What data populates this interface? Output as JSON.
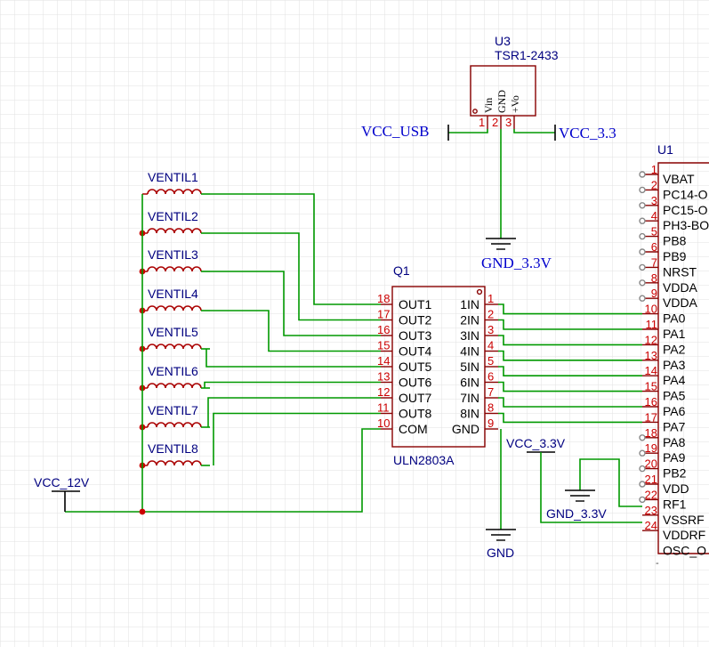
{
  "u3": {
    "ref": "U3",
    "value": "TSR1-2433",
    "pins": [
      {
        "num": "1",
        "name": "Vin"
      },
      {
        "num": "2",
        "name": "GND"
      },
      {
        "num": "3",
        "name": "+Vo"
      }
    ]
  },
  "q1": {
    "ref": "Q1",
    "value": "ULN2803A",
    "left": [
      {
        "num": "18",
        "name": "OUT1"
      },
      {
        "num": "17",
        "name": "OUT2"
      },
      {
        "num": "16",
        "name": "OUT3"
      },
      {
        "num": "15",
        "name": "OUT4"
      },
      {
        "num": "14",
        "name": "OUT5"
      },
      {
        "num": "13",
        "name": "OUT6"
      },
      {
        "num": "12",
        "name": "OUT7"
      },
      {
        "num": "11",
        "name": "OUT8"
      },
      {
        "num": "10",
        "name": "COM"
      }
    ],
    "right": [
      {
        "num": "1",
        "name": "1IN"
      },
      {
        "num": "2",
        "name": "2IN"
      },
      {
        "num": "3",
        "name": "3IN"
      },
      {
        "num": "4",
        "name": "4IN"
      },
      {
        "num": "5",
        "name": "5IN"
      },
      {
        "num": "6",
        "name": "6IN"
      },
      {
        "num": "7",
        "name": "7IN"
      },
      {
        "num": "8",
        "name": "8IN"
      },
      {
        "num": "9",
        "name": "GND"
      }
    ]
  },
  "u1": {
    "ref": "U1",
    "pins": [
      {
        "num": "1",
        "name": "VBAT"
      },
      {
        "num": "2",
        "name": "PC14-O"
      },
      {
        "num": "3",
        "name": "PC15-O"
      },
      {
        "num": "4",
        "name": "PH3-BO"
      },
      {
        "num": "5",
        "name": "PB8"
      },
      {
        "num": "6",
        "name": "PB9"
      },
      {
        "num": "7",
        "name": "NRST"
      },
      {
        "num": "8",
        "name": "VDDA"
      },
      {
        "num": "9",
        "name": "VDDA"
      },
      {
        "num": "10",
        "name": "PA0"
      },
      {
        "num": "11",
        "name": "PA1"
      },
      {
        "num": "12",
        "name": "PA2"
      },
      {
        "num": "13",
        "name": "PA3"
      },
      {
        "num": "14",
        "name": "PA4"
      },
      {
        "num": "15",
        "name": "PA5"
      },
      {
        "num": "16",
        "name": "PA6"
      },
      {
        "num": "17",
        "name": "PA7"
      },
      {
        "num": "18",
        "name": "PA8"
      },
      {
        "num": "19",
        "name": "PA9"
      },
      {
        "num": "20",
        "name": "PB2"
      },
      {
        "num": "21",
        "name": "VDD"
      },
      {
        "num": "22",
        "name": "RF1"
      },
      {
        "num": "23",
        "name": "VSSRF"
      },
      {
        "num": "24",
        "name": "VDDRF"
      },
      {
        "num": "",
        "name": "OSC_O"
      }
    ]
  },
  "ventils": [
    "VENTIL1",
    "VENTIL2",
    "VENTIL3",
    "VENTIL4",
    "VENTIL5",
    "VENTIL6",
    "VENTIL7",
    "VENTIL8"
  ],
  "nets": {
    "vcc_usb": "VCC_USB",
    "vcc_3v3": "VCC_3.3",
    "gnd_3v3_top": "GND_3.3V",
    "vcc_12v": "VCC_12V",
    "gnd": "GND",
    "vcc_3v3_mid": "VCC_3.3V",
    "gnd_3v3_mid": "GND_3.3V"
  },
  "colors": {
    "wire": "#009900",
    "label": "#000080",
    "pin_number": "#cc0000",
    "body": "#880000"
  }
}
